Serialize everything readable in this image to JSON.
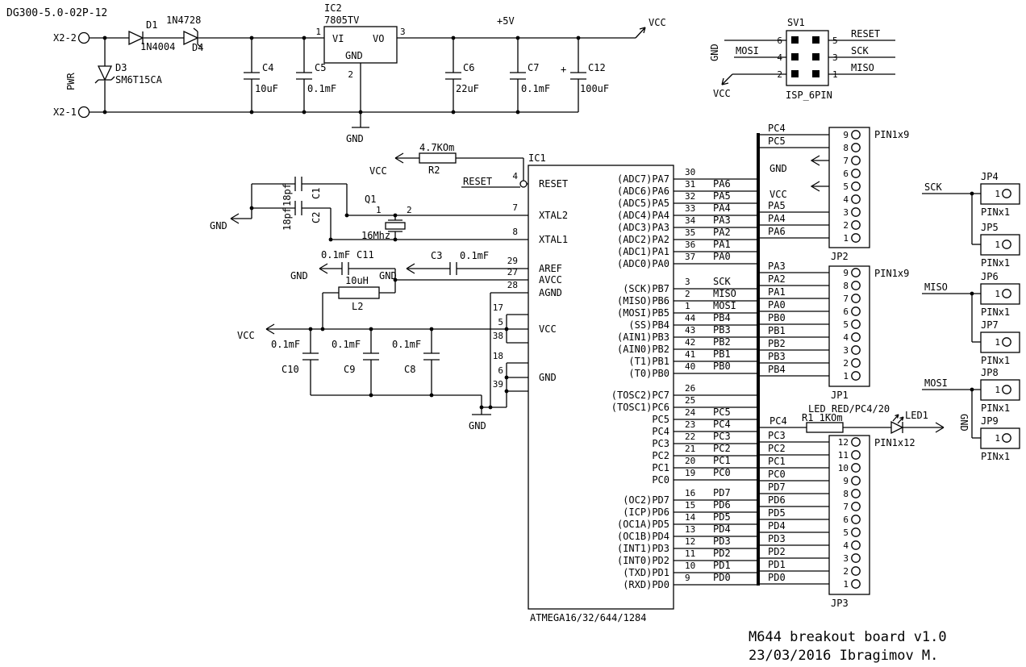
{
  "meta": {
    "title": "DG300-5.0-02P-12",
    "footer1": "M644 breakout board v1.0",
    "footer2": "23/03/2016 Ibragimov M."
  },
  "colors": {
    "ink": "#000000",
    "background": "#ffffff"
  },
  "power": {
    "x2_top": "X2-2",
    "x2_bottom": "X2-1",
    "pwr": "PWR",
    "d1": {
      "name": "D1",
      "value": "1N4004"
    },
    "d4": {
      "name": "D4",
      "value": "1N4728"
    },
    "d3": {
      "name": "D3",
      "value": "SM6T15CA"
    },
    "ic2": {
      "name": "IC2",
      "value": "7805TV",
      "vi": "VI",
      "vo": "VO",
      "gnd": "GND",
      "pin_in": "1",
      "pin_out": "3",
      "pin_gnd": "2"
    },
    "c4": {
      "name": "C4",
      "value": "10uF"
    },
    "c5": {
      "name": "C5",
      "value": "0.1mF"
    },
    "c6": {
      "name": "C6",
      "value": "22uF"
    },
    "c7": {
      "name": "C7",
      "value": "0.1mF"
    },
    "c12": {
      "name": "C12",
      "value": "100uF",
      "polarity": "+"
    },
    "rail_5v": "+5V",
    "vcc": "VCC",
    "gnd": "GND"
  },
  "isp": {
    "name": "SV1",
    "type": "ISP_6PIN",
    "left": [
      {
        "num": "6",
        "net": "GND"
      },
      {
        "num": "4",
        "net": "MOSI"
      },
      {
        "num": "2",
        "net": "VCC"
      }
    ],
    "right": [
      {
        "num": "5",
        "net": "RESET"
      },
      {
        "num": "3",
        "net": "SCK"
      },
      {
        "num": "1",
        "net": "MISO"
      }
    ]
  },
  "reset_net": {
    "vcc": "VCC",
    "r2": {
      "name": "R2",
      "value": "4.7KOm"
    },
    "label": "RESET"
  },
  "xtal": {
    "gnd": "GND",
    "c1": {
      "name": "C1",
      "value": "18pf"
    },
    "c2": {
      "name": "C2",
      "value": "18pf"
    },
    "q1": {
      "name": "Q1",
      "value": "16Mhz",
      "pin1": "1",
      "pin2": "2"
    }
  },
  "aref": {
    "gnd_c11": "GND",
    "c11": {
      "name": "C11",
      "value": "0.1mF"
    },
    "gnd_c3": "GND",
    "c3": {
      "name": "C3",
      "value": "0.1mF"
    },
    "l2": {
      "name": "L2",
      "value": "10uH"
    }
  },
  "decoupling": {
    "vcc": "VCC",
    "gnd": "GND",
    "caps": [
      {
        "name": "C10",
        "value": "0.1mF"
      },
      {
        "name": "C9",
        "value": "0.1mF"
      },
      {
        "name": "C8",
        "value": "0.1mF"
      }
    ]
  },
  "ic1": {
    "name": "IC1",
    "part": "ATMEGA16/32/644/1284",
    "left_pins": [
      {
        "num": "4",
        "label": "RESET"
      },
      {
        "num": "7",
        "label": "XTAL2"
      },
      {
        "num": "8",
        "label": "XTAL1"
      },
      {
        "num": "29",
        "label": "AREF"
      },
      {
        "num": "27",
        "label": "AVCC"
      },
      {
        "num": "28",
        "label": "AGND"
      }
    ],
    "vcc_pins": {
      "label": "VCC",
      "nums": [
        "17",
        "5",
        "38"
      ]
    },
    "gnd_pins": {
      "label": "GND",
      "nums": [
        "18",
        "6",
        "39"
      ]
    },
    "banks": [
      {
        "rows": [
          {
            "num": "30",
            "pin": "(ADC7)PA7",
            "net": ""
          },
          {
            "num": "31",
            "pin": "(ADC6)PA6",
            "net": "PA6"
          },
          {
            "num": "32",
            "pin": "(ADC5)PA5",
            "net": "PA5"
          },
          {
            "num": "33",
            "pin": "(ADC4)PA4",
            "net": "PA4"
          },
          {
            "num": "34",
            "pin": "(ADC3)PA3",
            "net": "PA3"
          },
          {
            "num": "35",
            "pin": "(ADC2)PA2",
            "net": "PA2"
          },
          {
            "num": "36",
            "pin": "(ADC1)PA1",
            "net": "PA1"
          },
          {
            "num": "37",
            "pin": "(ADC0)PA0",
            "net": "PA0"
          }
        ]
      },
      {
        "rows": [
          {
            "num": "3",
            "pin": "(SCK)PB7",
            "net": "SCK"
          },
          {
            "num": "2",
            "pin": "(MISO)PB6",
            "net": "MISO"
          },
          {
            "num": "1",
            "pin": "(MOSI)PB5",
            "net": "MOSI"
          },
          {
            "num": "44",
            "pin": "(SS)PB4",
            "net": "PB4"
          },
          {
            "num": "43",
            "pin": "(AIN1)PB3",
            "net": "PB3"
          },
          {
            "num": "42",
            "pin": "(AIN0)PB2",
            "net": "PB2"
          },
          {
            "num": "41",
            "pin": "(T1)PB1",
            "net": "PB1"
          },
          {
            "num": "40",
            "pin": "(T0)PB0",
            "net": "PB0"
          }
        ]
      },
      {
        "rows": [
          {
            "num": "26",
            "pin": "(TOSC2)PC7",
            "net": ""
          },
          {
            "num": "25",
            "pin": "(TOSC1)PC6",
            "net": ""
          },
          {
            "num": "24",
            "pin": "PC5",
            "net": "PC5"
          },
          {
            "num": "23",
            "pin": "PC4",
            "net": "PC4"
          },
          {
            "num": "22",
            "pin": "PC3",
            "net": "PC3"
          },
          {
            "num": "21",
            "pin": "PC2",
            "net": "PC2"
          },
          {
            "num": "20",
            "pin": "PC1",
            "net": "PC1"
          },
          {
            "num": "19",
            "pin": "PC0",
            "net": "PC0"
          }
        ]
      },
      {
        "rows": [
          {
            "num": "16",
            "pin": "(OC2)PD7",
            "net": "PD7"
          },
          {
            "num": "15",
            "pin": "(ICP)PD6",
            "net": "PD6"
          },
          {
            "num": "14",
            "pin": "(OC1A)PD5",
            "net": "PD5"
          },
          {
            "num": "13",
            "pin": "(OC1B)PD4",
            "net": "PD4"
          },
          {
            "num": "12",
            "pin": "(INT1)PD3",
            "net": "PD3"
          },
          {
            "num": "11",
            "pin": "(INT0)PD2",
            "net": "PD2"
          },
          {
            "num": "10",
            "pin": "(TXD)PD1",
            "net": "PD1"
          },
          {
            "num": "9",
            "pin": "(RXD)PD0",
            "net": "PD0"
          }
        ]
      }
    ]
  },
  "headers": {
    "jp2": {
      "name": "JP2",
      "type": "PIN1x9",
      "rows": [
        {
          "num": "9",
          "net": "PC4",
          "kind": "net"
        },
        {
          "num": "8",
          "net": "PC5",
          "kind": "net"
        },
        {
          "num": "7",
          "net": "GND",
          "kind": "gnd"
        },
        {
          "num": "6",
          "net": "",
          "kind": "nc"
        },
        {
          "num": "5",
          "net": "VCC",
          "kind": "vcc"
        },
        {
          "num": "4",
          "net": "",
          "kind": "nc"
        },
        {
          "num": "3",
          "net": "PA5",
          "kind": "net"
        },
        {
          "num": "2",
          "net": "PA4",
          "kind": "net"
        },
        {
          "num": "1",
          "net": "PA6",
          "kind": "net"
        }
      ]
    },
    "jp1": {
      "name": "JP1",
      "type": "PIN1x9",
      "rows": [
        {
          "num": "9",
          "net": "PA3",
          "kind": "net"
        },
        {
          "num": "8",
          "net": "PA2",
          "kind": "net"
        },
        {
          "num": "7",
          "net": "PA1",
          "kind": "net"
        },
        {
          "num": "6",
          "net": "PA0",
          "kind": "net"
        },
        {
          "num": "5",
          "net": "PB0",
          "kind": "net"
        },
        {
          "num": "4",
          "net": "PB1",
          "kind": "net"
        },
        {
          "num": "3",
          "net": "PB2",
          "kind": "net"
        },
        {
          "num": "2",
          "net": "PB3",
          "kind": "net"
        },
        {
          "num": "1",
          "net": "PB4",
          "kind": "net"
        }
      ]
    },
    "jp3": {
      "name": "JP3",
      "type": "PIN1x12",
      "rows": [
        {
          "num": "12",
          "net": "PC3",
          "kind": "net"
        },
        {
          "num": "11",
          "net": "PC2",
          "kind": "net"
        },
        {
          "num": "10",
          "net": "PC1",
          "kind": "net"
        },
        {
          "num": "9",
          "net": "PC0",
          "kind": "net"
        },
        {
          "num": "8",
          "net": "PD7",
          "kind": "net"
        },
        {
          "num": "7",
          "net": "PD6",
          "kind": "net"
        },
        {
          "num": "6",
          "net": "PD5",
          "kind": "net"
        },
        {
          "num": "5",
          "net": "PD4",
          "kind": "net"
        },
        {
          "num": "4",
          "net": "PD3",
          "kind": "net"
        },
        {
          "num": "3",
          "net": "PD2",
          "kind": "net"
        },
        {
          "num": "2",
          "net": "PD1",
          "kind": "net"
        },
        {
          "num": "1",
          "net": "PD0",
          "kind": "net"
        }
      ]
    }
  },
  "led": {
    "title": "LED_RED/PC4/20",
    "net": "PC4",
    "r1": "R1 1KOm",
    "led1": "LED1",
    "gnd": "GND"
  },
  "singles": {
    "jacks": [
      {
        "name": "JP4",
        "type": "PINx1",
        "pin": "1"
      },
      {
        "name": "JP5",
        "type": "PINx1",
        "pin": "1"
      },
      {
        "name": "JP6",
        "type": "PINx1",
        "pin": "1"
      },
      {
        "name": "JP7",
        "type": "PINx1",
        "pin": "1"
      },
      {
        "name": "JP8",
        "type": "PINx1",
        "pin": "1"
      },
      {
        "name": "JP9",
        "type": "PINx1",
        "pin": "1"
      }
    ],
    "nets": [
      {
        "label": "SCK"
      },
      {
        "label": "MISO"
      },
      {
        "label": "MOSI"
      }
    ]
  }
}
